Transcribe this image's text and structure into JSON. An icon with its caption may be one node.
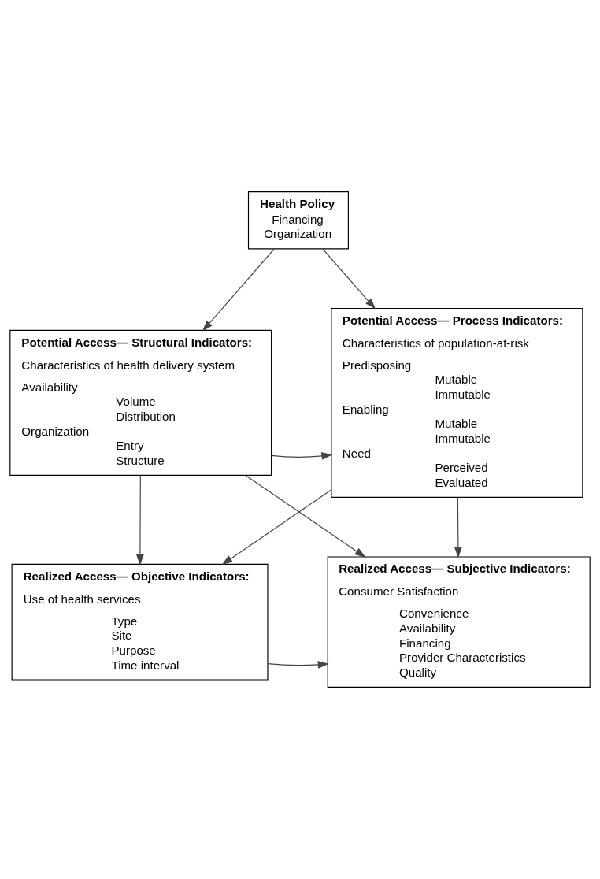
{
  "diagram": {
    "nodes": [
      {
        "text": [
          "Health Policy",
          "Financing",
          "Organization"
        ]
      },
      {
        "text": [
          "Potential Access— Structural Indicators:",
          "Characteristics of health delivery system",
          "Availability",
          "Volume",
          "Distribution",
          "Organization",
          "Entry",
          "Structure"
        ]
      },
      {
        "text": [
          "Potential Access— Process Indicators:",
          "Characteristics of population-at-risk",
          "Predisposing",
          "Mutable",
          "Immutable",
          "Enabling",
          "Mutable",
          "Immutable",
          "Need",
          "Perceived",
          "Evaluated"
        ]
      },
      {
        "text": [
          "Realized Access— Objective Indicators:",
          "Use of health services",
          "Type",
          "Site",
          "Purpose",
          "Time interval"
        ]
      },
      {
        "text": [
          "Realized Access— Subjective Indicators:",
          "Consumer Satisfaction",
          "Convenience",
          "Availability",
          "Financing",
          "Provider Characteristics",
          "Quality"
        ]
      }
    ],
    "edges": [
      {
        "from": 0,
        "to": 1,
        "arrow": "to"
      },
      {
        "from": 0,
        "to": 2,
        "arrow": "to"
      },
      {
        "from": 1,
        "to": 2,
        "arrow": "to"
      },
      {
        "from": 1,
        "to": 3,
        "arrow": "to"
      },
      {
        "from": 1,
        "to": 4,
        "arrow": "to"
      },
      {
        "from": 2,
        "to": 3,
        "arrow": "to"
      },
      {
        "from": 2,
        "to": 4,
        "arrow": "to"
      },
      {
        "from": 3,
        "to": 4,
        "arrow": "to"
      }
    ]
  }
}
